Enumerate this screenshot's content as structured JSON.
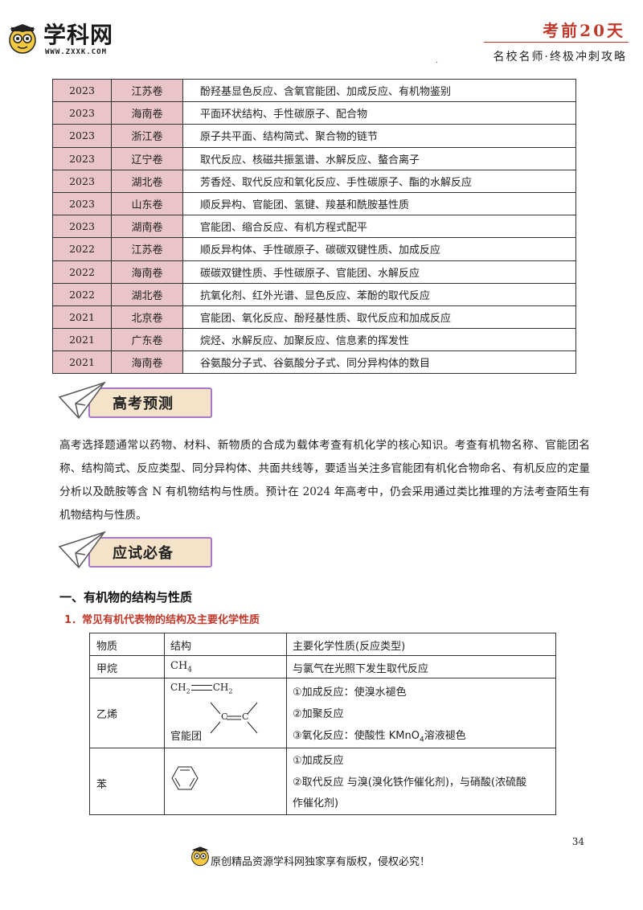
{
  "header": {
    "logo_text": "学科网",
    "logo_url": "WWW.ZXXK.COM",
    "right_title": "考前20天",
    "right_subtitle": "名校名师·终极冲刺攻略",
    "dot": "."
  },
  "exam_table": {
    "rows": [
      {
        "year": "2023",
        "province": "江苏卷",
        "content": "酚羟基显色反应、含氧官能团、加成反应、有机物鉴别"
      },
      {
        "year": "2023",
        "province": "海南卷",
        "content": "平面环状结构、手性碳原子、配合物"
      },
      {
        "year": "2023",
        "province": "浙江卷",
        "content": "原子共平面、结构简式、聚合物的链节"
      },
      {
        "year": "2023",
        "province": "辽宁卷",
        "content": "取代反应、核磁共振氢谱、水解反应、螯合离子"
      },
      {
        "year": "2023",
        "province": "湖北卷",
        "content": "芳香烃、取代反应和氧化反应、手性碳原子、酯的水解反应"
      },
      {
        "year": "2023",
        "province": "山东卷",
        "content": "顺反异构、官能团、氢键、羧基和酰胺基性质"
      },
      {
        "year": "2023",
        "province": "湖南卷",
        "content": "官能团、缩合反应、有机方程式配平"
      },
      {
        "year": "2022",
        "province": "江苏卷",
        "content": "顺反异构体、手性碳原子、碳碳双键性质、加成反应"
      },
      {
        "year": "2022",
        "province": "海南卷",
        "content": "碳碳双键性质、手性碳原子、官能团、水解反应"
      },
      {
        "year": "2022",
        "province": "湖北卷",
        "content": "抗氧化剂、红外光谱、显色反应、苯酚的取代反应"
      },
      {
        "year": "2021",
        "province": "北京卷",
        "content": "官能团、氧化反应、酚羟基性质、取代反应和加成反应"
      },
      {
        "year": "2021",
        "province": "广东卷",
        "content": "烷烃、水解反应、加聚反应、信息素的挥发性"
      },
      {
        "year": "2021",
        "province": "海南卷",
        "content": "谷氨酸分子式、谷氨酸分子式、同分异构体的数目"
      }
    ]
  },
  "section_predict": {
    "title": "高考预测",
    "paragraph": "高考选择题通常以药物、材料、新物质的合成为载体考查有机化学的核心知识。考查有机物名称、官能团名称、结构简式、反应类型、同分异构体、共面共线等，要适当关注多官能团有机化合物命名、有机反应的定量分析以及酰胺等含 N 有机物结构与性质。预计在 2024 年高考中，仍会采用通过类比推理的方法考查陌生有机物结构与性质。"
  },
  "section_prepare": {
    "title": "应试必备",
    "heading1": "一、有机物的结构与性质",
    "heading2": "1．常见有机代表物的结构及主要化学性质"
  },
  "property_table": {
    "headers": [
      "物质",
      "结构",
      "主要化学性质(反应类型)"
    ],
    "methane": {
      "name": "甲烷",
      "structure": "CH",
      "structure_sub": "4",
      "property": "与氯气在光照下发生取代反应"
    },
    "ethene": {
      "name": "乙烯",
      "structure_left": "CH",
      "structure_left_sub": "2",
      "structure_right": "CH",
      "structure_right_sub": "2",
      "fg_label": "官能团",
      "fg_c1": "C",
      "fg_c2": "C",
      "p1": "①加成反应：使溴水褪色",
      "p2": "②加聚反应",
      "p3_pre": "③氧化反应：使酸性 KMnO",
      "p3_sub": "4",
      "p3_post": "溶液褪色"
    },
    "benzene": {
      "name": "苯",
      "p1": "①加成反应",
      "p2": "②取代反应 与溴(溴化铁作催化剂)，与硝酸(浓硫酸",
      "p3": "作催化剂)"
    }
  },
  "page_number": "34",
  "footer": "原创精品资源学科网独家享有版权，侵权必究！"
}
